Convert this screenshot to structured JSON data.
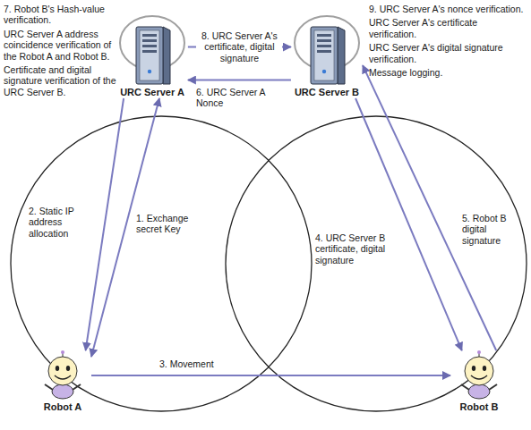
{
  "diagram": {
    "nodes": [
      {
        "text": [
          "URC Server A"
        ]
      },
      {
        "text": [
          "URC Server B"
        ]
      },
      {
        "text": [
          "Robot A"
        ]
      },
      {
        "text": [
          "Robot B"
        ]
      }
    ],
    "edges": [
      {
        "from": 2,
        "to": 0,
        "label": "1. Exchange secret Key",
        "arrow": "both"
      },
      {
        "from": 0,
        "to": 2,
        "label": "2. Static IP address allocation",
        "arrow": "to"
      },
      {
        "from": 2,
        "to": 3,
        "label": "3. Movement",
        "arrow": "to"
      },
      {
        "from": 1,
        "to": 3,
        "label": "4. URC Server B certificate, digital signature",
        "arrow": "to"
      },
      {
        "from": 3,
        "to": 1,
        "label": "5. Robot B digital signature",
        "arrow": "to"
      },
      {
        "from": 1,
        "to": 0,
        "label": "6. URC Server A Nonce",
        "arrow": "to"
      },
      {
        "from": 0,
        "to": 1,
        "label": "8. URC Server A's certificate, digital signature",
        "arrow": "to"
      }
    ],
    "labels": [
      "7. Robot B's Hash-value verification.",
      "URC Server A address coincidence verification of the Robot A and Robot B.",
      "Certificate and digital signature verification of the URC Server B.",
      "9. URC Server A's nonce verification.",
      "URC Server A's certificate verification.",
      "URC Server A's digital signature verification.",
      "Message logging."
    ]
  }
}
